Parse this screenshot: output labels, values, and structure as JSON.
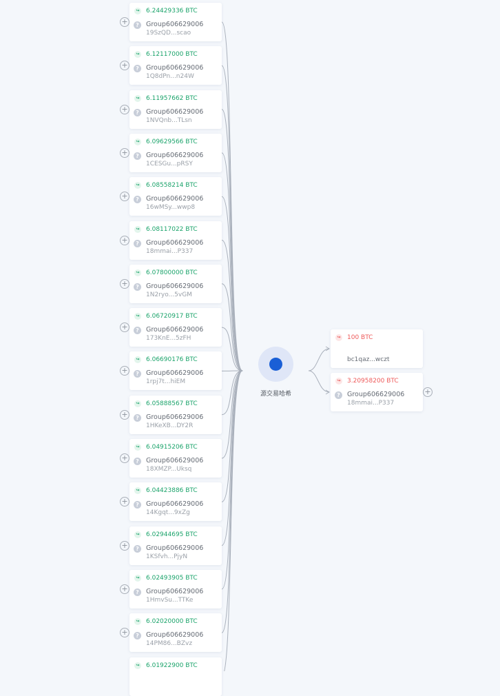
{
  "center": {
    "label": "源交易哈希"
  },
  "inputs": [
    {
      "amount": "6.24429336 BTC",
      "group": "Group606629006",
      "address": "19SzQD...scao"
    },
    {
      "amount": "6.12117000 BTC",
      "group": "Group606629006",
      "address": "1Q8dPn...n24W"
    },
    {
      "amount": "6.11957662 BTC",
      "group": "Group606629006",
      "address": "1NVQnb...TLsn"
    },
    {
      "amount": "6.09629566 BTC",
      "group": "Group606629006",
      "address": "1CESGu...pRSY"
    },
    {
      "amount": "6.08558214 BTC",
      "group": "Group606629006",
      "address": "16wMSy...wwp8"
    },
    {
      "amount": "6.08117022 BTC",
      "group": "Group606629006",
      "address": "18mmai...P337"
    },
    {
      "amount": "6.07800000 BTC",
      "group": "Group606629006",
      "address": "1N2ryo...5vGM"
    },
    {
      "amount": "6.06720917 BTC",
      "group": "Group606629006",
      "address": "173KnE...5zFH"
    },
    {
      "amount": "6.06690176 BTC",
      "group": "Group606629006",
      "address": "1rpj7t...hiEM"
    },
    {
      "amount": "6.05888567 BTC",
      "group": "Group606629006",
      "address": "1HKeXB...DY2R"
    },
    {
      "amount": "6.04915206 BTC",
      "group": "Group606629006",
      "address": "18XMZP...Uksq"
    },
    {
      "amount": "6.04423886 BTC",
      "group": "Group606629006",
      "address": "14Kgqt...9xZg"
    },
    {
      "amount": "6.02944695 BTC",
      "group": "Group606629006",
      "address": "1KSfvh...PjyN"
    },
    {
      "amount": "6.02493905 BTC",
      "group": "Group606629006",
      "address": "1HmvSu...TTKe"
    },
    {
      "amount": "6.02020000 BTC",
      "group": "Group606629006",
      "address": "14PM86...BZvz"
    },
    {
      "amount": "6.01922900 BTC",
      "group": "",
      "address": ""
    }
  ],
  "outputs": [
    {
      "amount": "100 BTC",
      "group": "",
      "address": "bc1qaz...wczt"
    },
    {
      "amount": "3.20958200 BTC",
      "group": "Group606629006",
      "address": "18mmai...P337"
    }
  ],
  "icons": {
    "in": "arrow-in-icon",
    "out": "arrow-out-icon",
    "unknown": "question-icon",
    "expand": "plus-circle-icon"
  },
  "colors": {
    "in": "#1aa36a",
    "out": "#ee5a5a",
    "center": "#1a5fd6",
    "edge": "#a9b0bb"
  }
}
